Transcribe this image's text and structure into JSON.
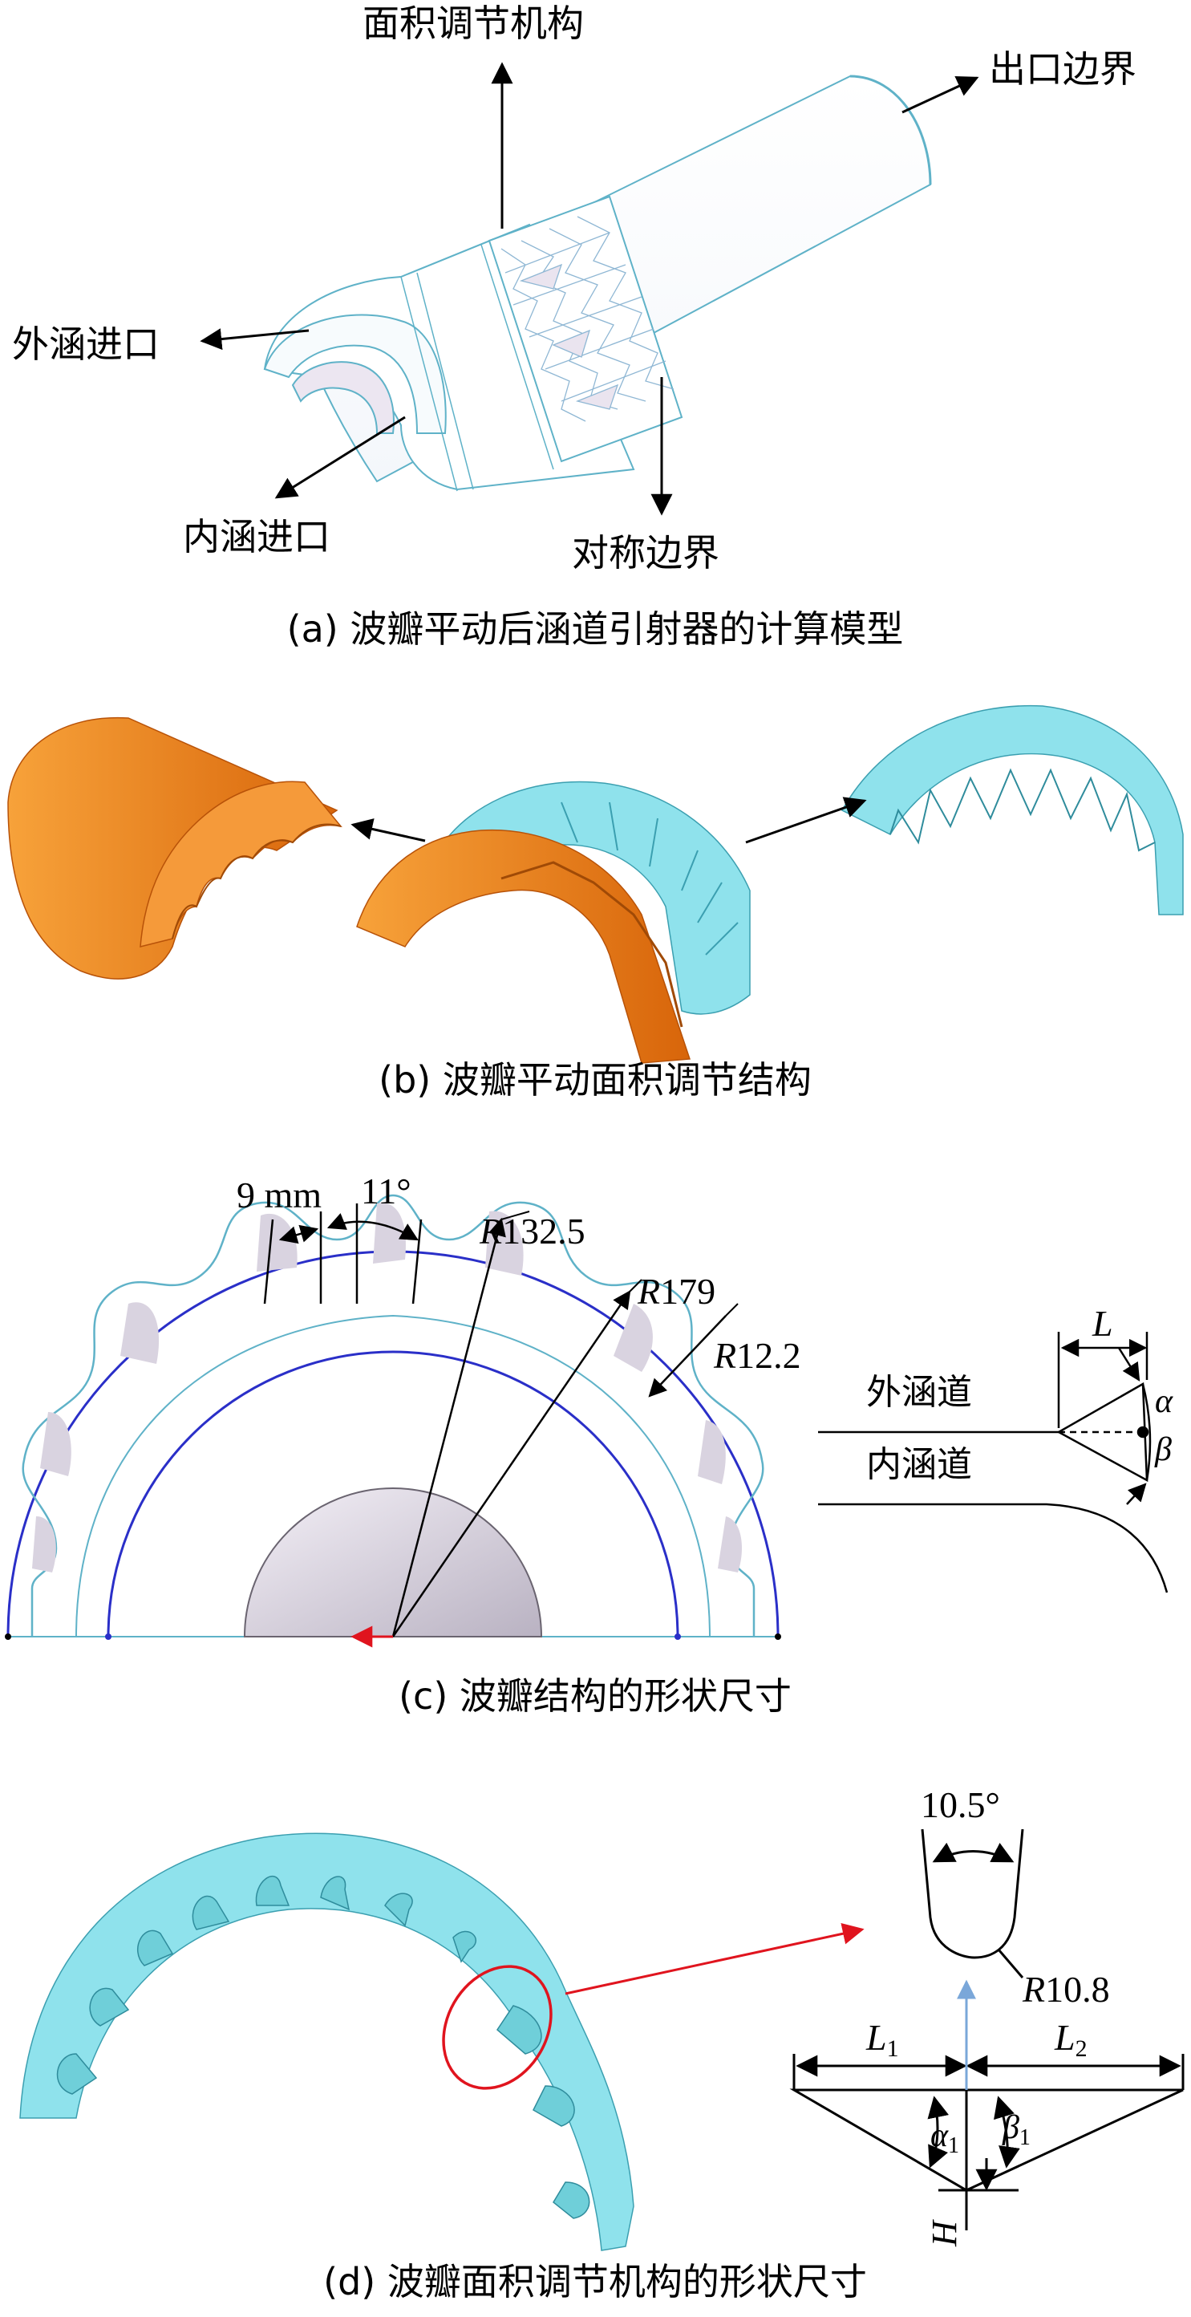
{
  "panel_a": {
    "caption": "(a) 波瓣平动后涵道引射器的计算模型",
    "labels": {
      "area_mech": "面积调节机构",
      "outlet": "出口边界",
      "outer_inlet": "外涵进口",
      "inner_inlet": "内涵进口",
      "symmetry": "对称边界"
    }
  },
  "panel_b": {
    "caption": "(b) 波瓣平动面积调节结构"
  },
  "panel_c": {
    "caption": "(c) 波瓣结构的形状尺寸",
    "dims": {
      "width": "9 mm",
      "angle": "11°",
      "r1_letter": "R",
      "r1_value": "132.5",
      "r2_letter": "R",
      "r2_value": "179",
      "r3_letter": "R",
      "r3_value": "12.2",
      "L": "L",
      "alpha": "α",
      "beta": "β"
    },
    "labels": {
      "outer_duct": "外涵道",
      "inner_duct": "内涵道"
    }
  },
  "panel_d": {
    "caption": "(d) 波瓣面积调节机构的形状尺寸",
    "dims": {
      "angle": "10.5°",
      "r_letter": "R",
      "r_value": "10.8",
      "L1": "L",
      "L1_sub": "1",
      "L2": "L",
      "L2_sub": "2",
      "alpha1": "α",
      "alpha1_sub": "1",
      "beta1": "β",
      "beta1_sub": "1",
      "H": "H"
    }
  },
  "colors": {
    "orange": "#f07c12",
    "cyan": "#7fd6e0",
    "blue": "#2a2fc8",
    "red": "#e0141e",
    "light_blue_arrow": "#7aa7d9",
    "lavender": "#ddd6e4"
  }
}
